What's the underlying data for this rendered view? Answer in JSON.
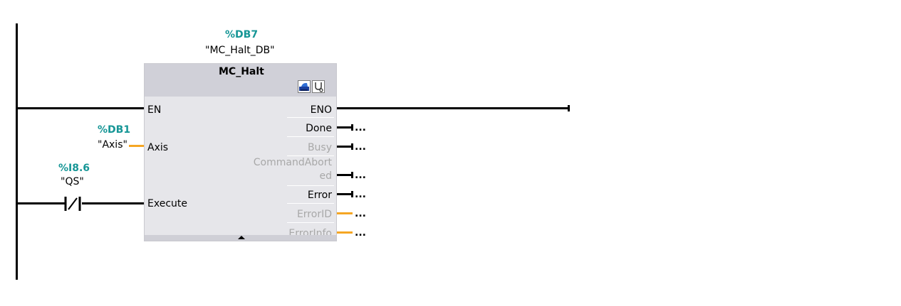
{
  "instance": {
    "address": "%DB7",
    "name": "\"MC_Halt_DB\""
  },
  "block": {
    "type": "MC_Halt",
    "inputs": {
      "en": "EN",
      "axis": "Axis",
      "execute": "Execute"
    },
    "outputs": {
      "eno": "ENO",
      "done": "Done",
      "busy": "Busy",
      "command_aborted_line1": "CommandAbort",
      "command_aborted_line2": "ed",
      "error": "Error",
      "error_id": "ErrorID",
      "error_info": "ErrorInfo"
    },
    "icons": [
      "online-icon",
      "diagnostics-icon"
    ]
  },
  "operands": {
    "axis": {
      "address": "%DB1",
      "name": "\"Axis\""
    },
    "contact": {
      "address": "%I8.6",
      "name": "\"QS\"",
      "type": "normally-closed"
    }
  },
  "placeholders": {
    "done": "...",
    "busy": "...",
    "command_aborted": "...",
    "error": "...",
    "error_id": "...",
    "error_info": "..."
  },
  "colors": {
    "operand_address": "#169696",
    "wire": "#000000",
    "struct_wire": "#f5a623",
    "inactive_label": "#a8a8a8"
  }
}
